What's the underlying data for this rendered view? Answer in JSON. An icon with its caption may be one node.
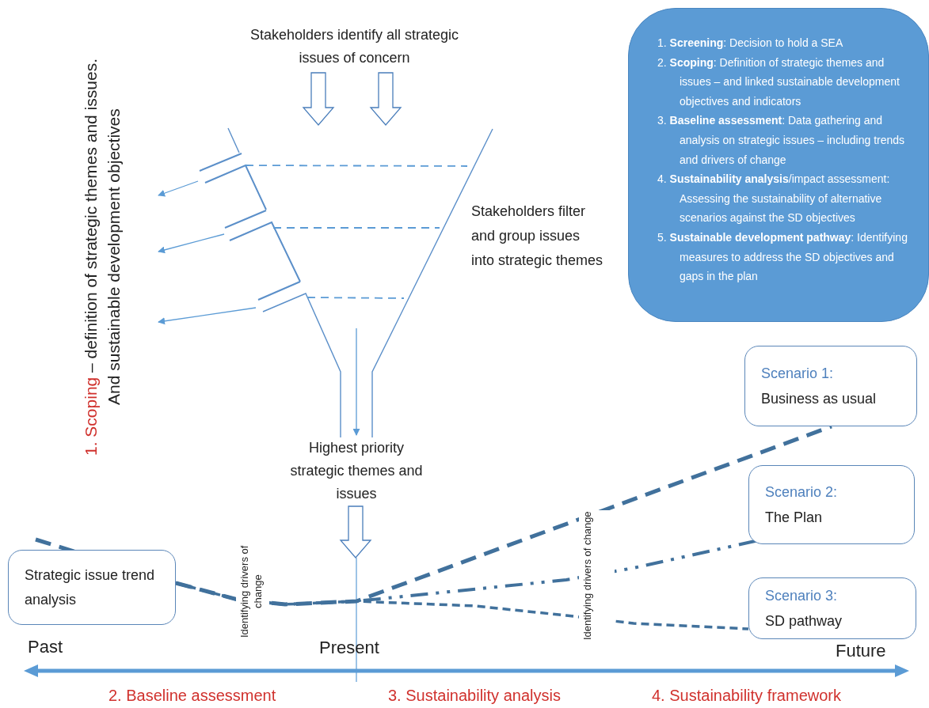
{
  "diagram": {
    "nodes": [
      {
        "text": [
          "Stakeholders identify all strategic issues of concern"
        ]
      },
      {
        "text": [],
        "shape": "funnel",
        "beside": [
          "Stakeholders filter and group issues into strategic themes"
        ]
      },
      {
        "text": [
          "1. Scoping",
          "– definition of strategic themes and issues. And sustainable development objectives"
        ]
      },
      {
        "text": [
          "Highest priority strategic themes and issues"
        ]
      },
      {
        "text": [
          "1. **Screening**: Decision to hold a SEA",
          "2. **Scoping**: Definition of strategic themes and issues – and linked sustainable development objectives and indicators",
          "3. **Baseline assessment**: Data gathering and analysis on strategic issues – including trends and drivers of change",
          "4. **Sustainability analysis**/impact assessment: Assessing the sustainability of alternative scenarios against the SD objectives",
          "5. **Sustainable development pathway**: Identifying measures to address the SD objectives and gaps in the plan"
        ]
      },
      {
        "text": [
          "Strategic issue trend analysis"
        ]
      },
      {
        "text": [
          "Scenario 1:",
          "Business as usual"
        ]
      },
      {
        "text": [
          "Scenario 2:",
          "The Plan"
        ]
      },
      {
        "text": [
          "Scenario 3:",
          "SD pathway"
        ]
      }
    ],
    "edges": [
      {
        "from": 0,
        "to": 1,
        "arrow": "to"
      },
      {
        "from": 0,
        "to": 1,
        "arrow": "to"
      },
      {
        "from": 1,
        "to": 2,
        "arrow": "to"
      },
      {
        "from": 1,
        "to": 2,
        "arrow": "to"
      },
      {
        "from": 1,
        "to": 2,
        "arrow": "to"
      },
      {
        "from": 1,
        "to": 3,
        "arrow": "to"
      },
      {
        "from": 3,
        "to": null,
        "arrow": "to"
      },
      {
        "from": 5,
        "to": 6,
        "arrow": "none",
        "style": "dashed",
        "color": "#41719c"
      },
      {
        "from": 5,
        "to": 7,
        "arrow": "none",
        "style": "dashed",
        "color": "#41719c"
      },
      {
        "from": 5,
        "to": 8,
        "arrow": "none",
        "style": "dashed",
        "color": "#41719c"
      }
    ],
    "labels": [
      "Identifying drivers of change",
      "Identifying drivers of change",
      "Past",
      "Present",
      "Future",
      "2. Baseline assessment",
      "3. Sustainability analysis",
      "4. Sustainability framework"
    ]
  }
}
